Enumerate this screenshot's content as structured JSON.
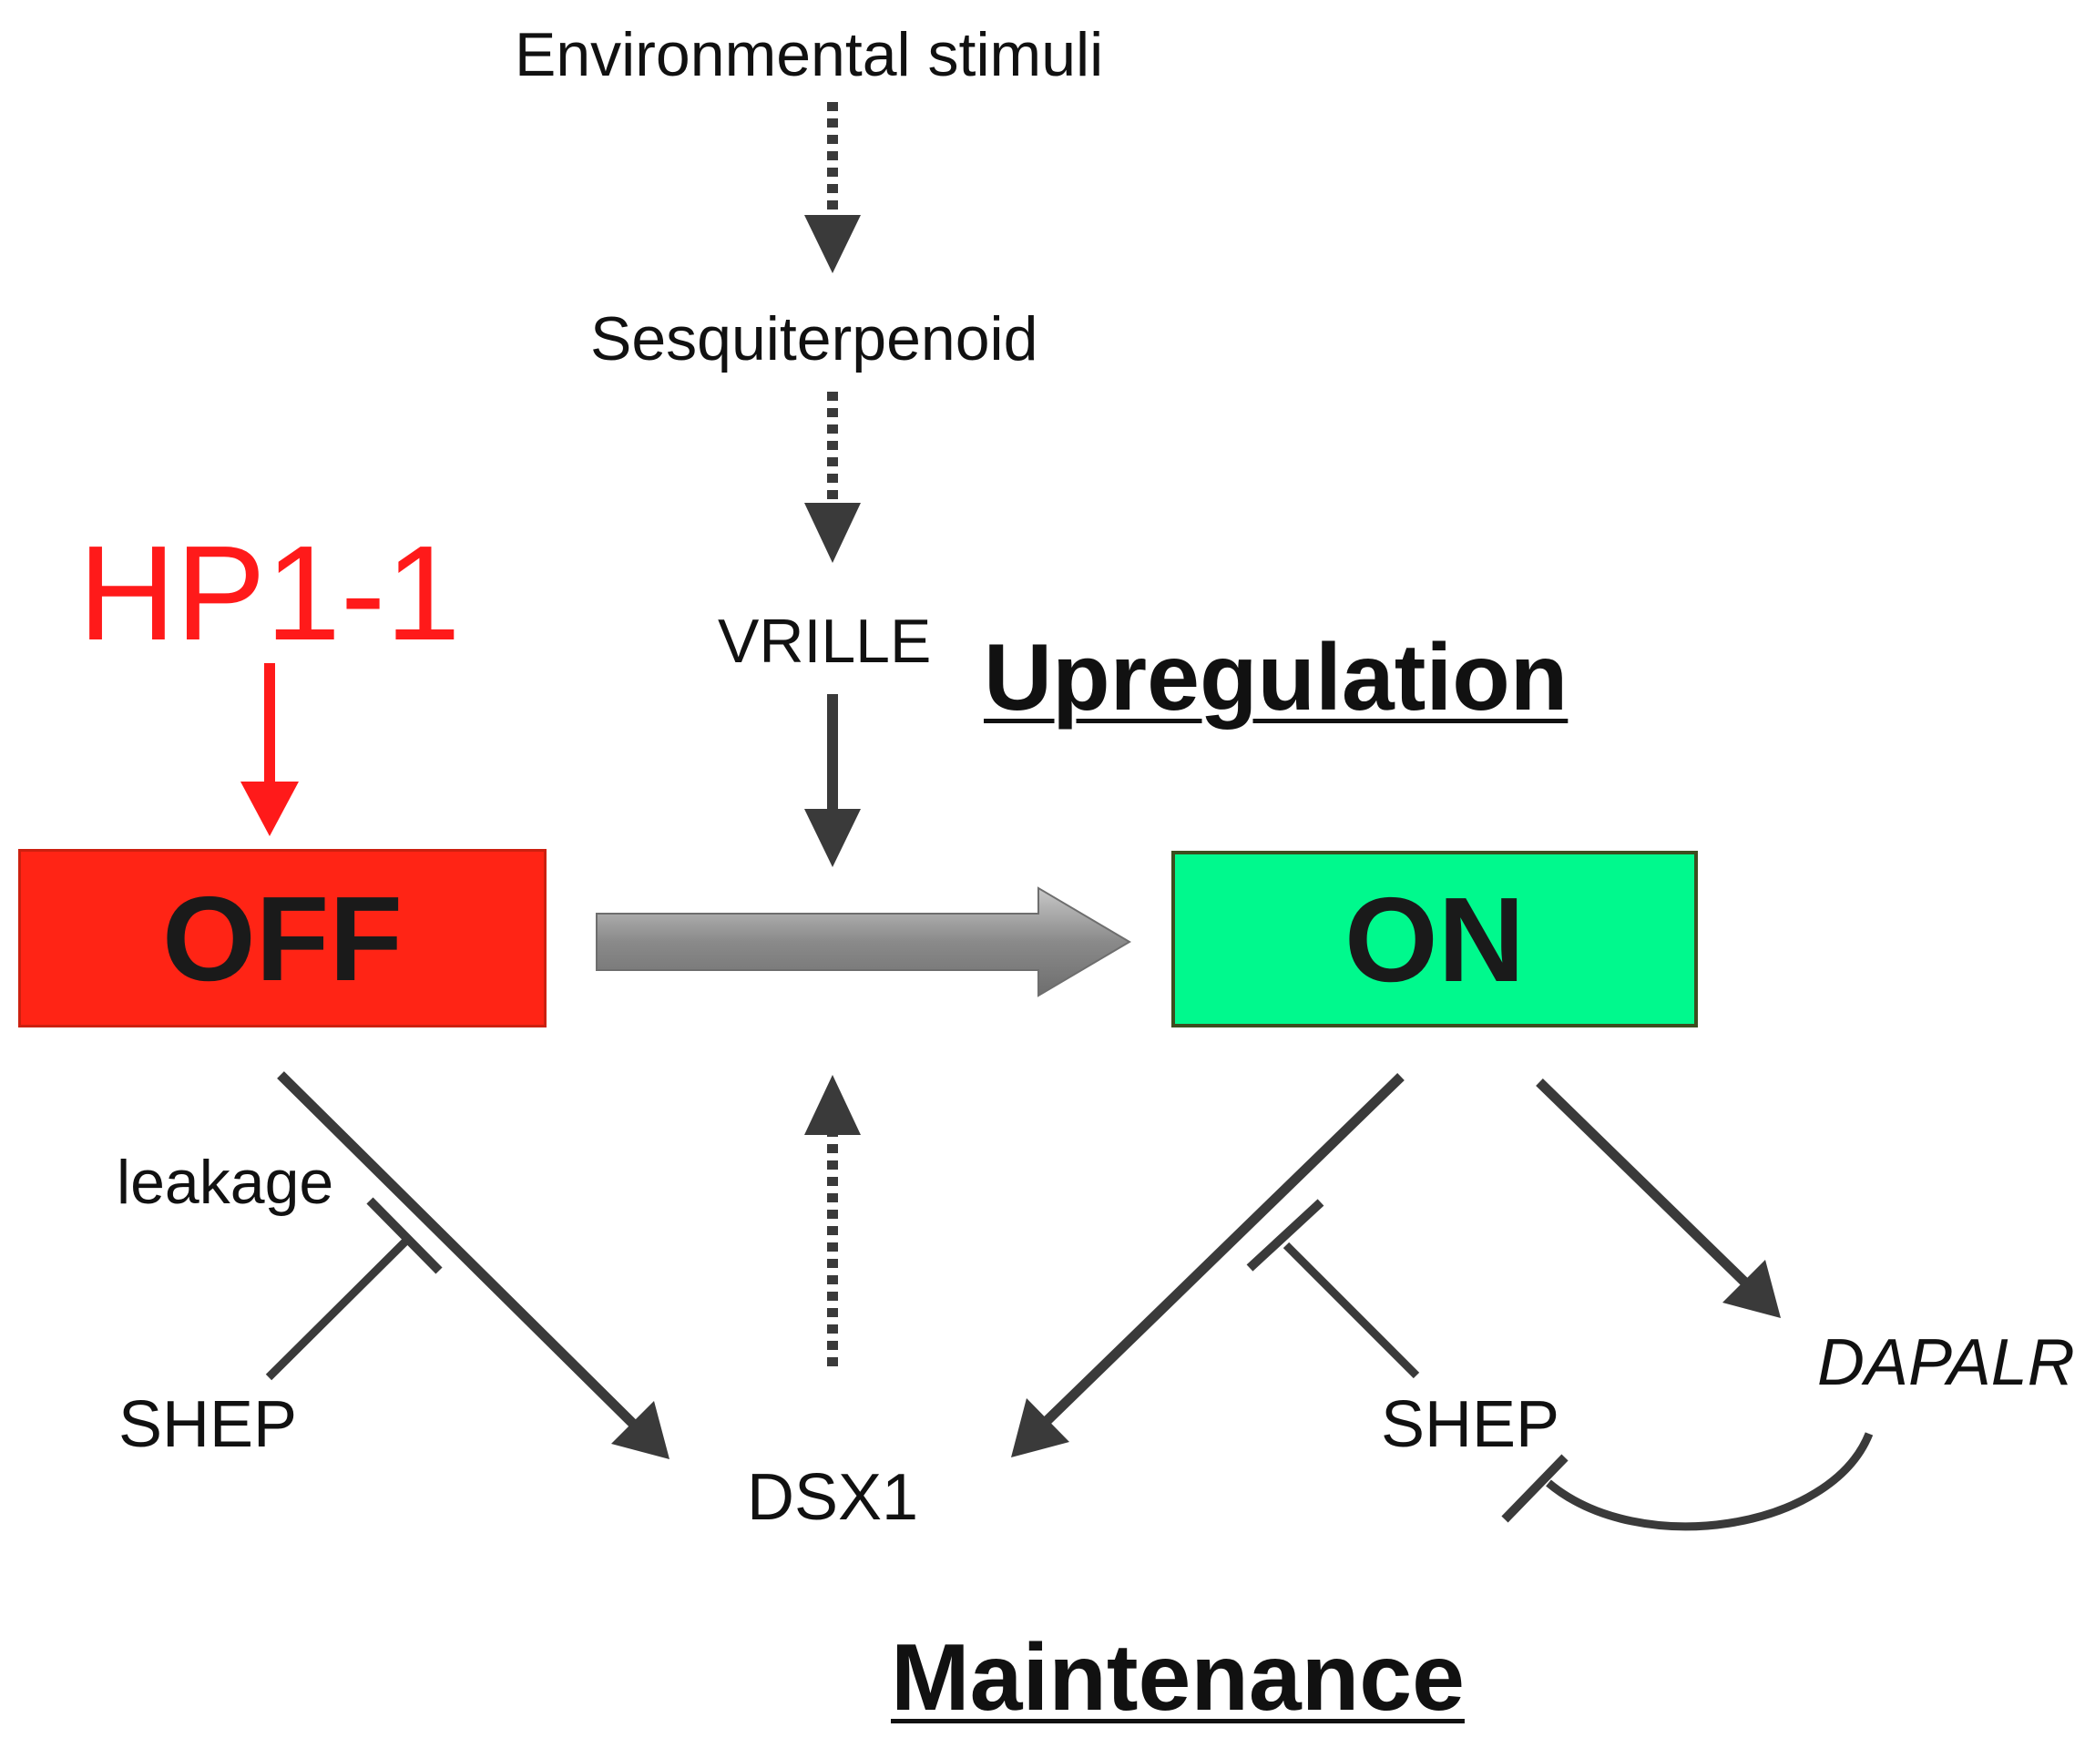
{
  "labels": {
    "environmental_stimuli": "Environmental stimuli",
    "sesquiterpenoid": "Sesquiterpenoid",
    "vrille": "VRILLE",
    "hp1": "HP1-1",
    "upregulation": "Upregulation",
    "off_state": "OFF",
    "on_state": "ON",
    "leakage": "leakage",
    "shep_left": "SHEP",
    "dsx1": "DSX1",
    "shep_right": "SHEP",
    "dapalr": "DAPALR",
    "maintenance": "Maintenance"
  },
  "colors": {
    "off": "#ff2415",
    "on": "#00f98d",
    "hp1": "#ff1a1a",
    "arrow": "#3a3a3a",
    "transition_arrow": "#8c8c8c"
  }
}
